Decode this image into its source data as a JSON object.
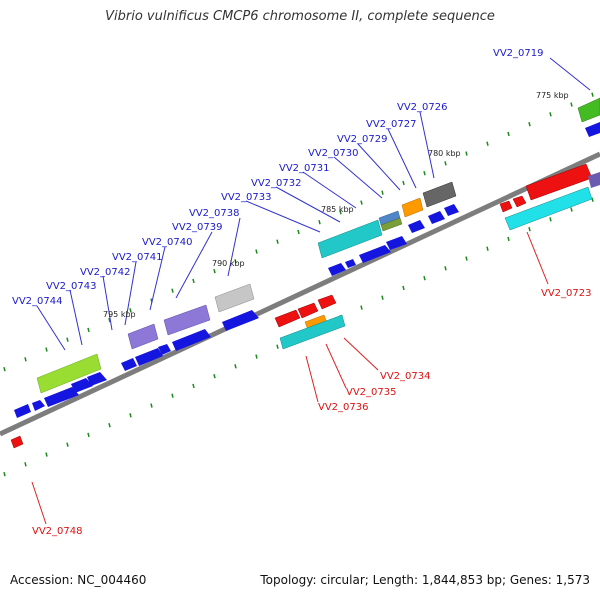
{
  "title": "Vibrio vulnificus CMCP6 chromosome II, complete sequence",
  "footer": {
    "accession": "Accession: NC_004460",
    "topology": "Topology: circular; Length: 1,844,853 bp; Genes: 1,573"
  },
  "colors": {
    "backbone": "#7a7a7a",
    "top_strand_label": "#1a1acc",
    "bottom_strand_label": "#dd1111",
    "cds": "#1515e0",
    "tick": "#1a8a1a"
  },
  "kbp_marks": [
    "775 kbp",
    "780 kbp",
    "785 kbp",
    "790 kbp",
    "795 kbp"
  ],
  "top_labels": [
    "VV2_0719",
    "VV2_0726",
    "VV2_0727",
    "VV2_0729",
    "VV2_0730",
    "VV2_0731",
    "VV2_0732",
    "VV2_0733",
    "VV2_0738",
    "VV2_0739",
    "VV2_0740",
    "VV2_0741",
    "VV2_0742",
    "VV2_0743",
    "VV2_0744"
  ],
  "bottom_labels": [
    "VV2_0723",
    "VV2_0734",
    "VV2_0735",
    "VV2_0736",
    "VV2_0748"
  ]
}
